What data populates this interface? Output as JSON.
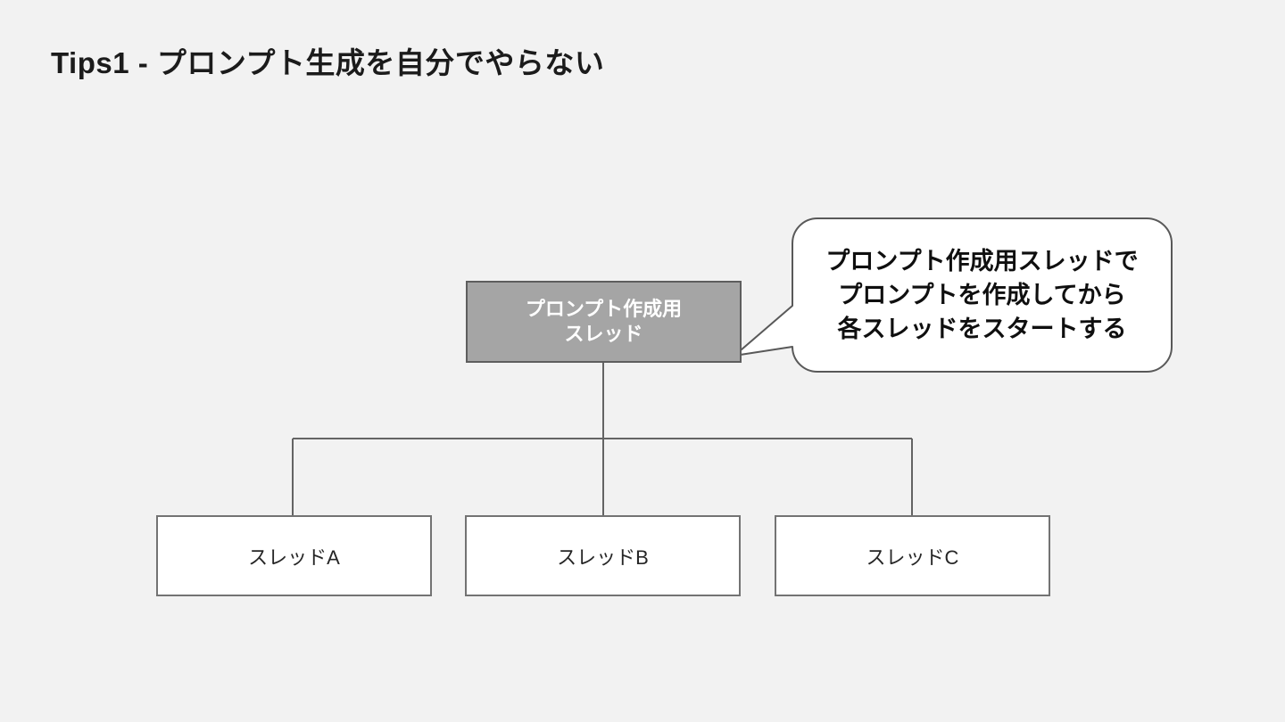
{
  "slide": {
    "title": "Tips1 - プロンプト生成を自分でやらない"
  },
  "diagram": {
    "root_box": {
      "lines": [
        "プロンプト作成用",
        "スレッド"
      ]
    },
    "child_boxes": [
      {
        "label": "スレッドA"
      },
      {
        "label": "スレッドB"
      },
      {
        "label": "スレッドC"
      }
    ]
  },
  "callout": {
    "lines": [
      "プロンプト作成用スレッドで",
      "プロンプトを作成してから",
      "各スレッドをスタートする"
    ]
  },
  "colors": {
    "background": "#f2f2f2",
    "root_box_fill": "#a5a5a5",
    "root_box_border": "#5e5e5e",
    "root_box_text": "#ffffff",
    "child_box_fill": "#ffffff",
    "child_box_border": "#737373",
    "connector": "#646464",
    "callout_fill": "#ffffff",
    "callout_border": "#595959",
    "title_text": "#1b1b1b"
  }
}
